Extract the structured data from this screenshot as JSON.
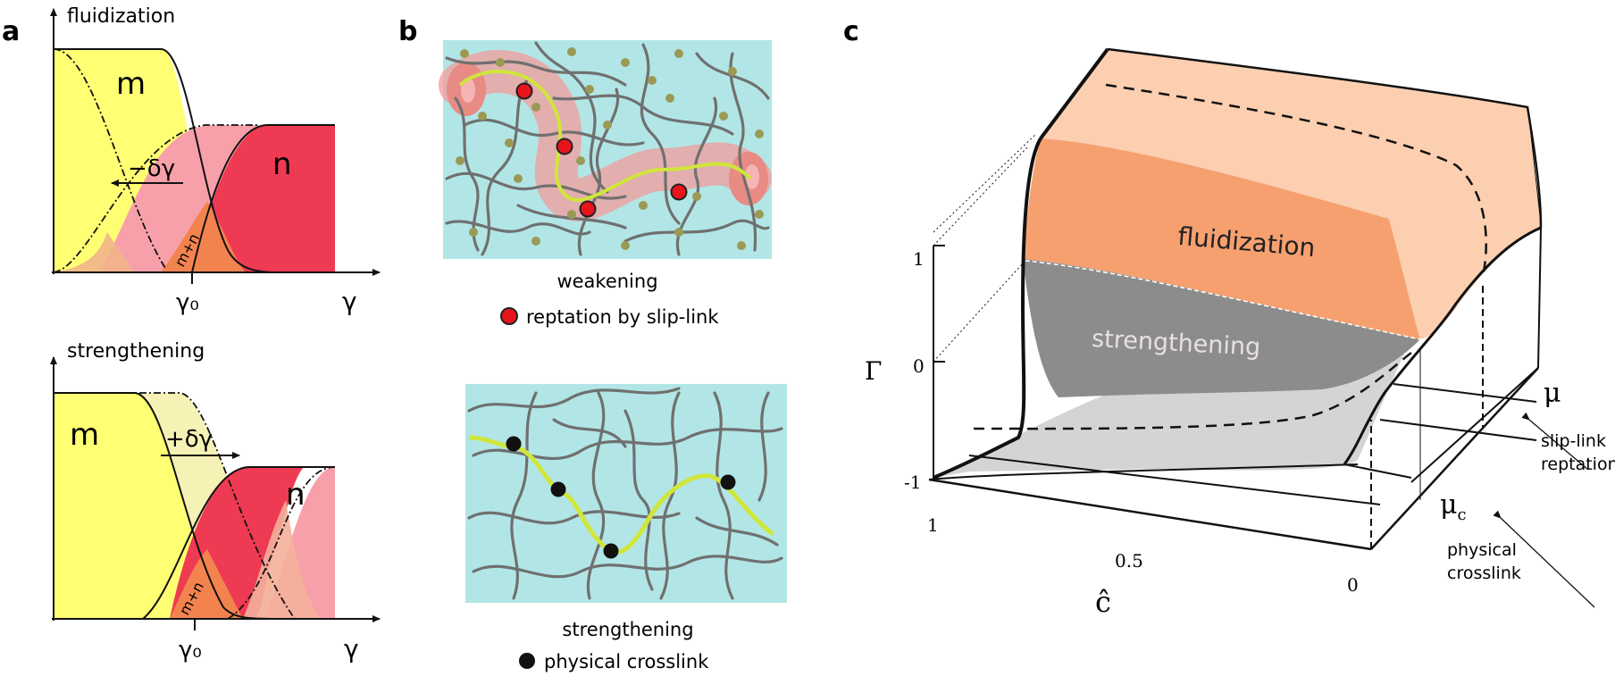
{
  "panel_a": {
    "letter": "a",
    "top": {
      "title": "fluidization",
      "label_m": "m",
      "label_n": "n",
      "shift": "−δγ",
      "overlap": "m+n",
      "x0": "γ₀",
      "x": "γ"
    },
    "bottom": {
      "title": "strengthening",
      "label_m": "m",
      "label_n": "n",
      "shift": "+δγ",
      "overlap": "m+n",
      "x0": "γ₀",
      "x": "γ"
    }
  },
  "panel_b": {
    "letter": "b",
    "top": {
      "caption": "weakening",
      "legend": "reptation by slip-link",
      "marker_color": "#e8141c"
    },
    "bottom": {
      "caption": "strengthening",
      "legend": "physical crosslink",
      "marker_color": "#111111"
    }
  },
  "panel_c": {
    "letter": "c",
    "region_upper": "fluidization",
    "region_lower": "strengthening",
    "axis_gamma": {
      "label": "Γ",
      "ticks": [
        "1",
        "0",
        "-1"
      ]
    },
    "axis_c": {
      "label": "ĉ",
      "ticks": [
        "1",
        "0.5",
        "0"
      ]
    },
    "axis_mu": {
      "label": "μ",
      "critical": "μ",
      "critical_sub": "c",
      "upper_label_1": "slip-link",
      "upper_label_2": "reptation",
      "lower_label_1": "physical",
      "lower_label_2": "crosslink"
    },
    "colors": {
      "fluidization": "#f7a97a",
      "strengthening": "#8c8c8c"
    }
  },
  "colors": {
    "yellow": "#ffff73",
    "cream": "#f6f1b5",
    "pink": "#f7a0aa",
    "red": "#ee3a52",
    "orange": "#f2834f",
    "cyan": "#b2e6e6"
  }
}
